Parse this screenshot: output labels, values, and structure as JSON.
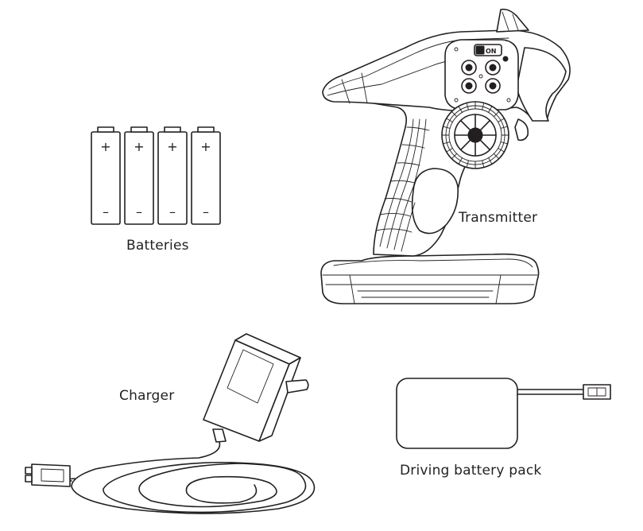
{
  "labels": {
    "batteries": "Batteries",
    "transmitter": "Transmitter",
    "charger": "Charger",
    "driving_battery_pack": "Driving battery pack"
  },
  "battery_count": 4,
  "battery_polarity": {
    "plus": "+",
    "minus": "–"
  },
  "transmitter_switch_text": "ON",
  "colors": {
    "line": "#231f20",
    "background": "#ffffff"
  }
}
